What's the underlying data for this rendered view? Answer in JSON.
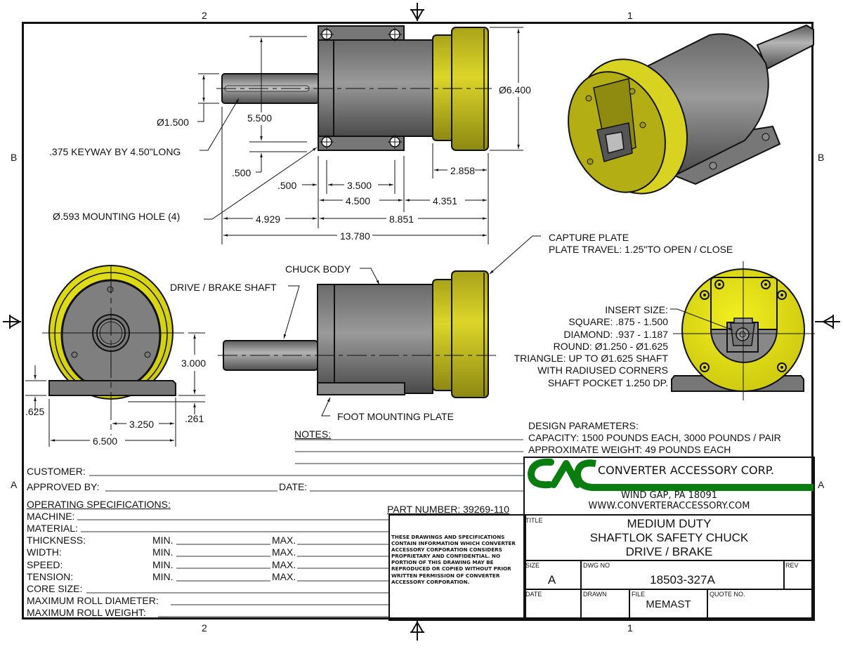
{
  "border": {
    "zones_top": [
      "2",
      "1"
    ],
    "zones_bottom": [
      "2",
      "1"
    ],
    "zones_left": [
      "B",
      "A"
    ],
    "zones_right": [
      "B",
      "A"
    ]
  },
  "views": {
    "top_view": {
      "dims": {
        "shaft_dia": "Ø1.500",
        "mount_span": "5.500",
        "body_dia": "Ø6.400",
        "foot_edge": ".500",
        "hole_edge": ".500",
        "hole_spacing": "3.500",
        "foot_length": "4.500",
        "shaft_length": "4.929",
        "body_length": "8.851",
        "front_length": "4.351",
        "capture_length": "2.858",
        "overall_length": "13.780"
      },
      "callouts": {
        "keyway": ".375 KEYWAY BY 4.50\"LONG",
        "mount_hole": "Ø.593 MOUNTING HOLE (4)"
      }
    },
    "side_view": {
      "callouts": {
        "capture_plate": "CAPTURE PLATE",
        "plate_travel": "PLATE TRAVEL: 1.25\"TO OPEN / CLOSE",
        "chuck_body": "CHUCK BODY",
        "shaft": "DRIVE / BRAKE SHAFT",
        "foot_plate": "FOOT MOUNTING PLATE"
      }
    },
    "rear_view": {
      "dims": {
        "center_height": "3.000",
        "foot_thickness": ".625",
        "foot_offset": ".261",
        "half_width": "3.250",
        "foot_width": "6.500"
      }
    },
    "front_view": {
      "insert_lines": [
        "INSERT SIZE:",
        "SQUARE: .875 - 1.500",
        "DIAMOND: .937 - 1.187",
        "ROUND: Ø1.250 - Ø1.625",
        "TRIANGLE: UP TO Ø1.625 SHAFT",
        "WITH RADIUSED CORNERS",
        "SHAFT POCKET 1.250 DP."
      ]
    }
  },
  "notes": {
    "label": "NOTES:",
    "design_title": "DESIGN PARAMETERS:",
    "capacity": "CAPACITY: 1500 POUNDS EACH, 3000 POUNDS / PAIR",
    "weight": "APPROXIMATE WEIGHT: 49 POUNDS EACH"
  },
  "form": {
    "customer": "CUSTOMER:",
    "approved_by": "APPROVED BY:",
    "date": "DATE:",
    "op_specs": "OPERATING SPECIFICATIONS:",
    "machine": "MACHINE:",
    "material": "MATERIAL:",
    "thickness": "THICKNESS:",
    "width": "WIDTH:",
    "speed": "SPEED:",
    "tension": "TENSION:",
    "min": "MIN.",
    "max": "MAX.",
    "core_size": "CORE SIZE:",
    "max_roll_diameter": "MAXIMUM ROLL DIAMETER:",
    "max_roll_weight": "MAXIMUM ROLL WEIGHT:"
  },
  "part_number": "PART NUMBER: 39269-110",
  "legal_notice": "THESE DRAWINGS AND SPECIFICATIONS CONTAIN INFORMATION WHICH CONVERTER ACCESSORY CORPORATION CONSIDERS PROPRIETARY AND CONFIDENTIAL. NO PORTION OF THIS DRAWING MAY BE REPRODUCED OR COPIED WITHOUT PRIOR WRITTEN PERMISSION OF CONVERTER ACCESSORY CORPORATION.",
  "title_block": {
    "logo_text": "CAC",
    "company": "CONVERTER ACCESSORY CORP.",
    "address": "WIND GAP, PA 18091",
    "website": "WWW.CONVERTERACCESSORY.COM",
    "title_label": "TITLE",
    "title_lines": [
      "MEDIUM DUTY",
      "SHAFTLOK SAFETY CHUCK",
      "DRIVE / BRAKE"
    ],
    "size_label": "SIZE",
    "size": "A",
    "dwg_no_label": "DWG NO",
    "dwg_no": "18503-327A",
    "rev_label": "REV",
    "date_label": "DATE",
    "drawn_label": "DRAWN",
    "file_label": "FILE",
    "file": "MEMAST",
    "quote_label": "QUOTE NO."
  },
  "colors": {
    "brand_green": "#0a7d10",
    "chuck_yellow": "#e2de1c",
    "body_gray": "#7b7b7b"
  }
}
